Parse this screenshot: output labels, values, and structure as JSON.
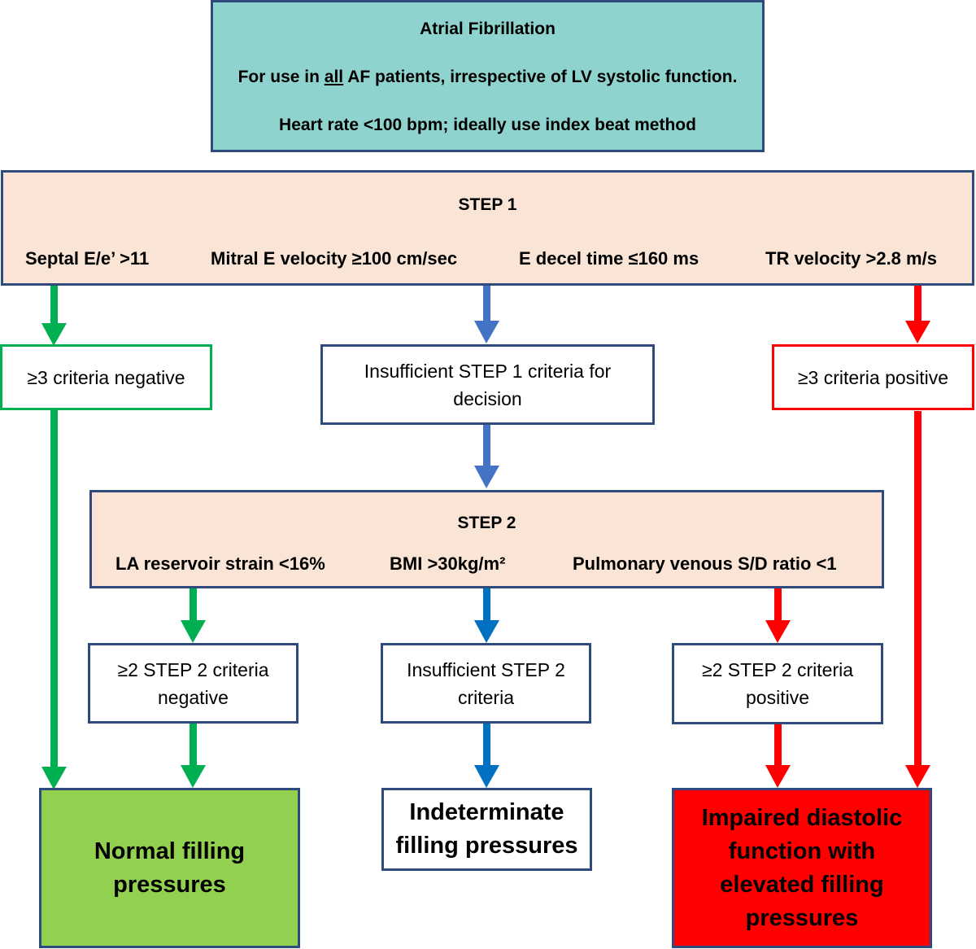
{
  "header": {
    "title": "Atrial Fibrillation",
    "line2_prefix": "For use in ",
    "line2_emphasis": "all",
    "line2_suffix": " AF patients, irrespective of LV systolic function.",
    "line3": "Heart rate <100 bpm; ideally use index beat method"
  },
  "step1": {
    "title": "STEP 1",
    "criteria": [
      "Septal E/e’ >11",
      "Mitral E velocity ≥100 cm/sec",
      "E decel time ≤160 ms",
      "TR velocity >2.8 m/s"
    ]
  },
  "step1_outcomes": {
    "negative": "≥3 criteria negative",
    "insufficient_line1": "Insufficient STEP 1 criteria for",
    "insufficient_line2": "decision",
    "positive": "≥3 criteria positive"
  },
  "step2": {
    "title": "STEP 2",
    "criteria": [
      "LA reservoir strain <16%",
      "BMI >30kg/m²",
      "Pulmonary venous S/D ratio <1"
    ]
  },
  "step2_outcomes": {
    "negative_line1": "≥2 STEP 2 criteria",
    "negative_line2": "negative",
    "insufficient_line1": "Insufficient STEP 2",
    "insufficient_line2": "criteria",
    "positive_line1": "≥2 STEP 2 criteria",
    "positive_line2": "positive"
  },
  "final": {
    "normal_line1": "Normal filling",
    "normal_line2": "pressures",
    "indeterminate_line1": "Indeterminate",
    "indeterminate_line2": "filling pressures",
    "impaired_line1": "Impaired diastolic",
    "impaired_line2": "function with",
    "impaired_line3": "elevated filling",
    "impaired_line4": "pressures"
  },
  "colors": {
    "header_fill": "#8fd3cf",
    "step_fill": "#f9e4d6",
    "box_border": "#2f4a7c",
    "negative_arrow": "#00b050",
    "insufficient_arrow": "#4472c4",
    "insufficient_arrow_step2": "#0070c0",
    "positive_arrow": "#ff0000",
    "normal_fill": "#92d050",
    "impaired_fill": "#ff0000"
  }
}
